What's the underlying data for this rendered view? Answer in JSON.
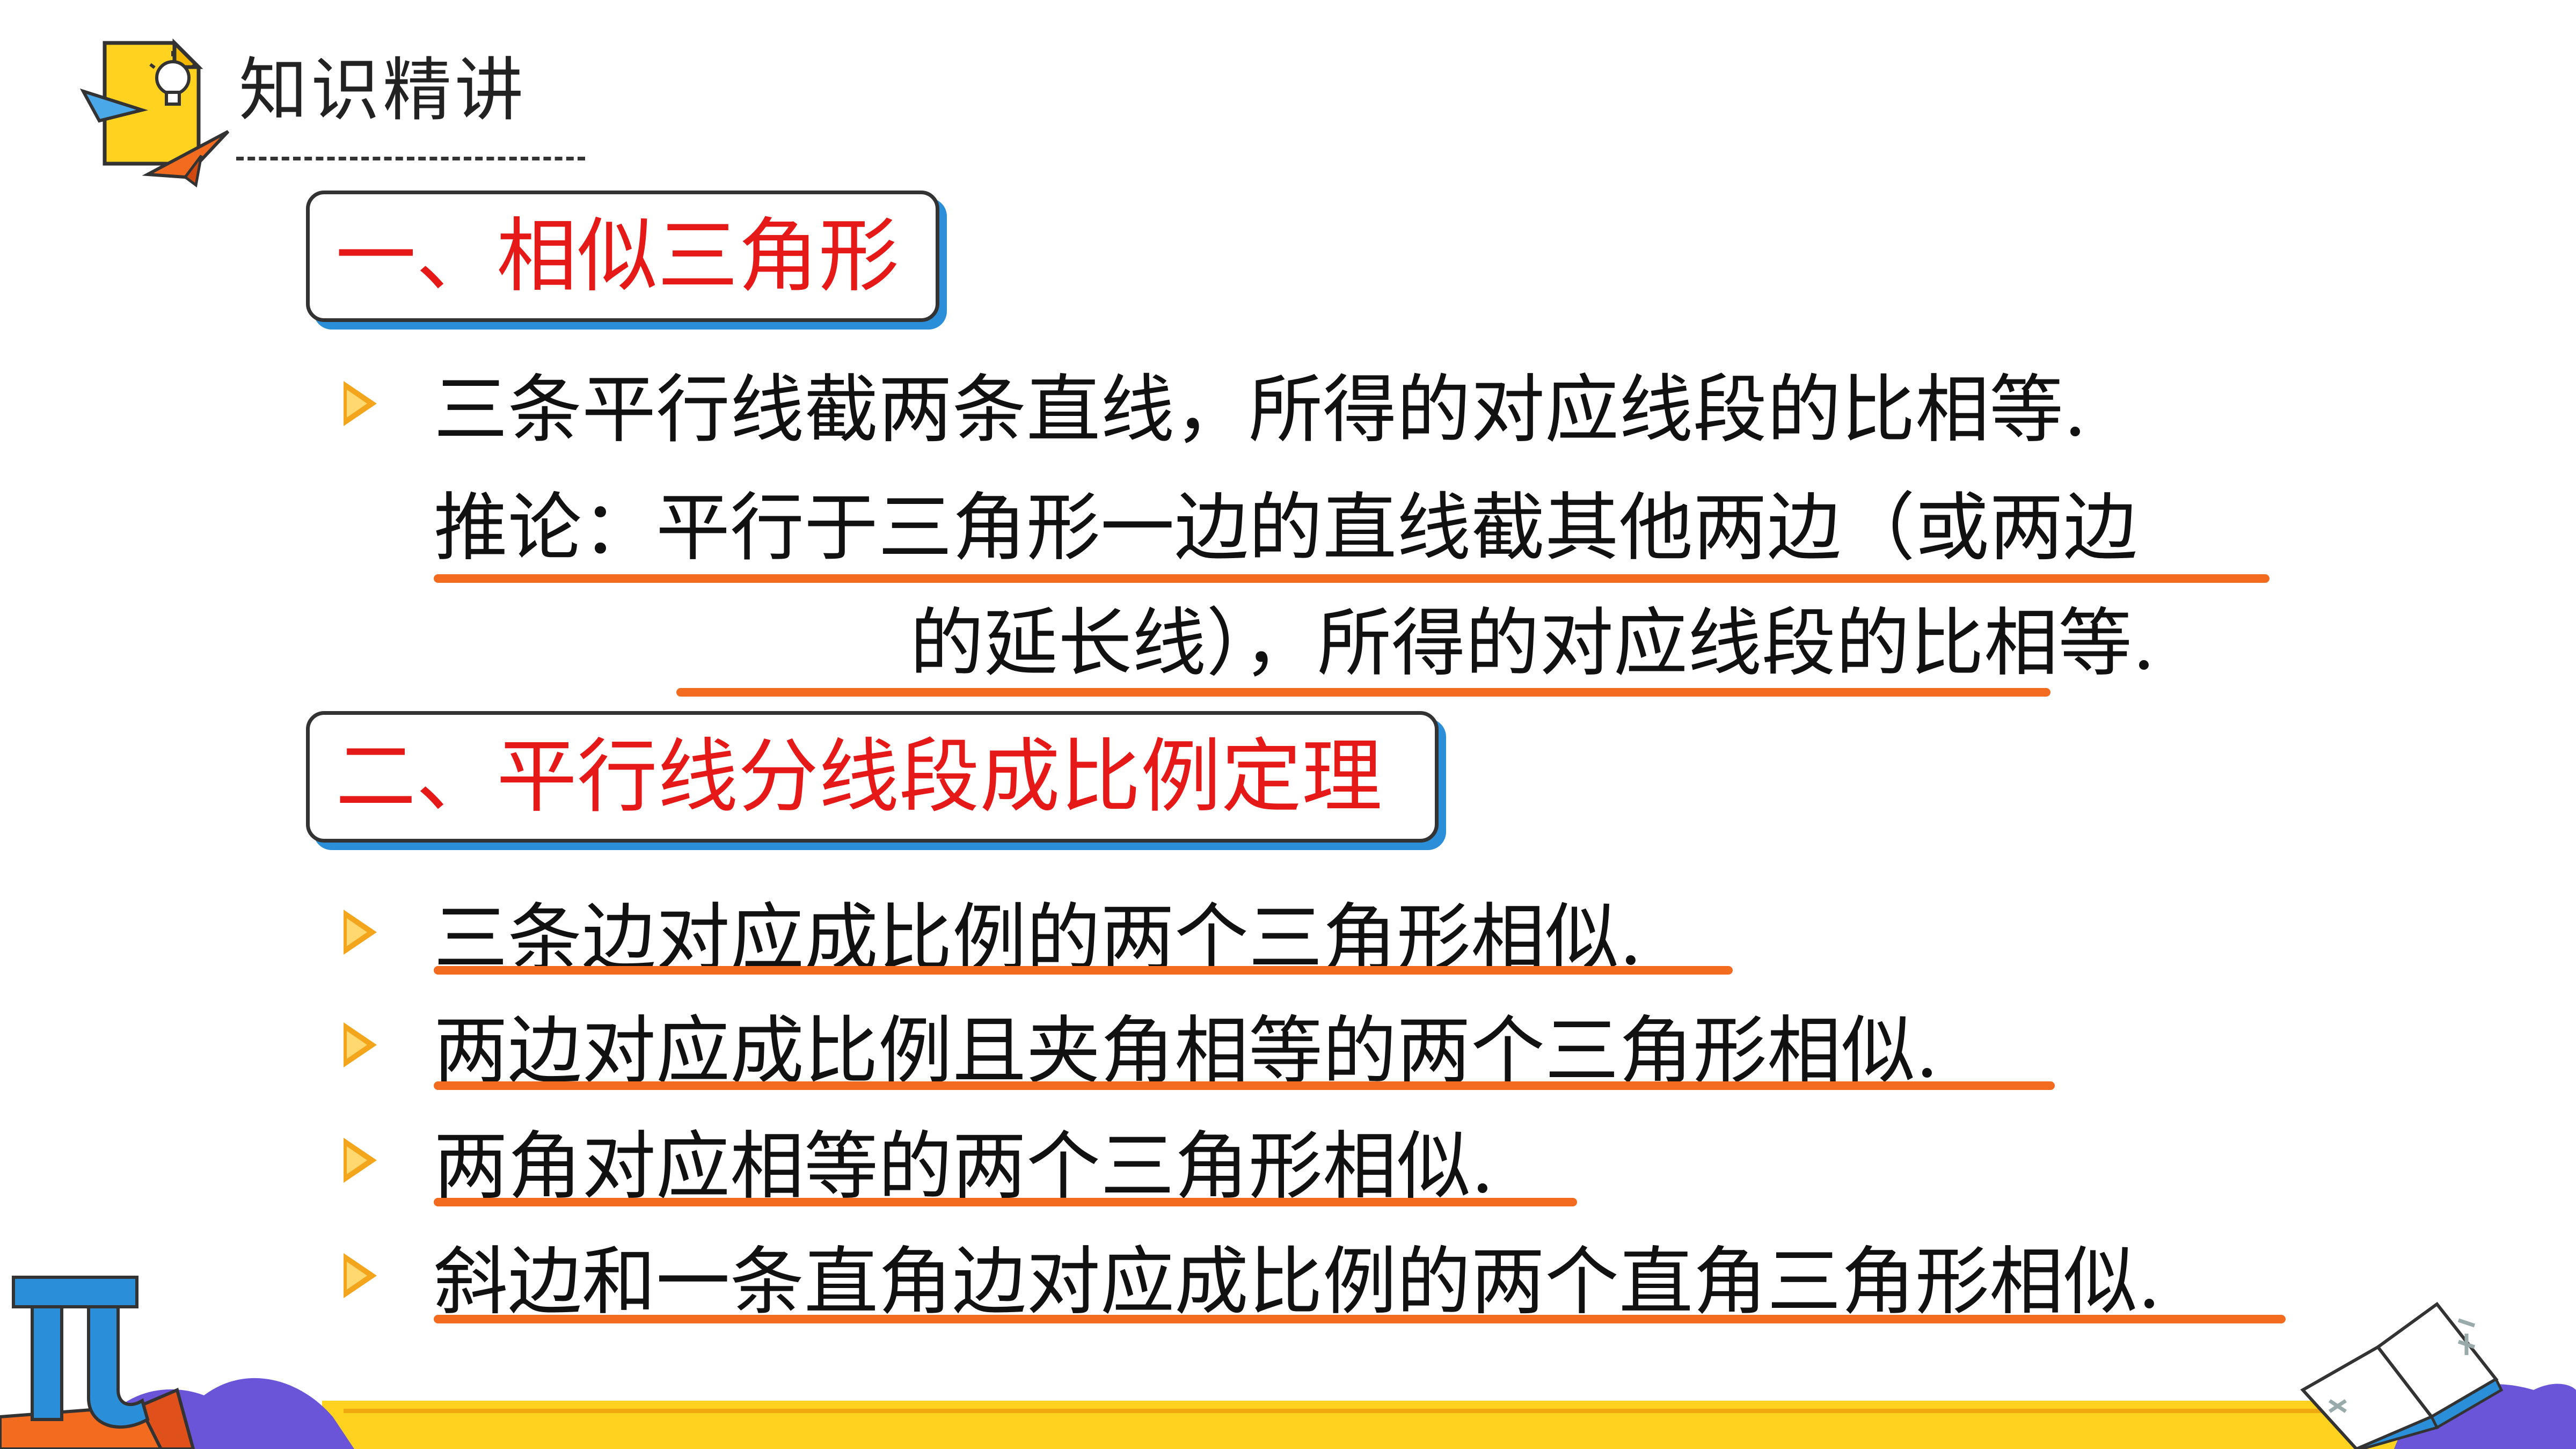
{
  "header": {
    "title": "知识精讲"
  },
  "sections": [
    {
      "heading": "一、相似三角形",
      "lines": [
        "三条平行线截两条直线，所得的对应线段的比相等.",
        "推论：平行于三角形一边的直线截其他两边（或两边",
        "的延长线），所得的对应线段的比相等."
      ]
    },
    {
      "heading": "二、平行线分线段成比例定理",
      "lines": [
        "三条边对应成比例的两个三角形相似.",
        "两边对应成比例且夹角相等的两个三角形相似.",
        "两角对应相等的两个三角形相似.",
        "斜边和一条直角边对应成比例的两个直角三角形相似."
      ]
    }
  ],
  "colors": {
    "heading_text": "#e61919",
    "heading_shadow": "#2a8fd8",
    "underline": "#f26b1f",
    "bullet": "#f3a51c",
    "footer": "#ffd21f"
  },
  "icons": [
    "lightbulb-note-icon",
    "paper-plane-icon",
    "pi-symbol-icon",
    "open-book-icon"
  ]
}
